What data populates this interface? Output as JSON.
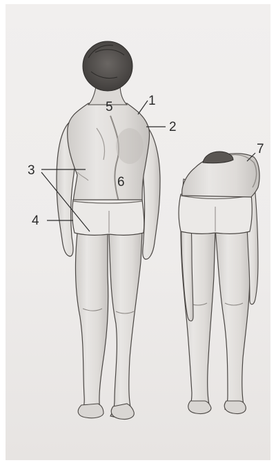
{
  "figure": {
    "labels": {
      "l1": "1",
      "l2": "2",
      "l3": "3",
      "l4": "4",
      "l5": "5",
      "l6": "6",
      "l7": "7"
    }
  },
  "colors": {
    "page": "#ffffff",
    "paper": "#efedec",
    "ink": "#2b2b2b",
    "skin": "#e3e1df",
    "shading": "#b9b6b3",
    "hair": "#4b4845"
  }
}
